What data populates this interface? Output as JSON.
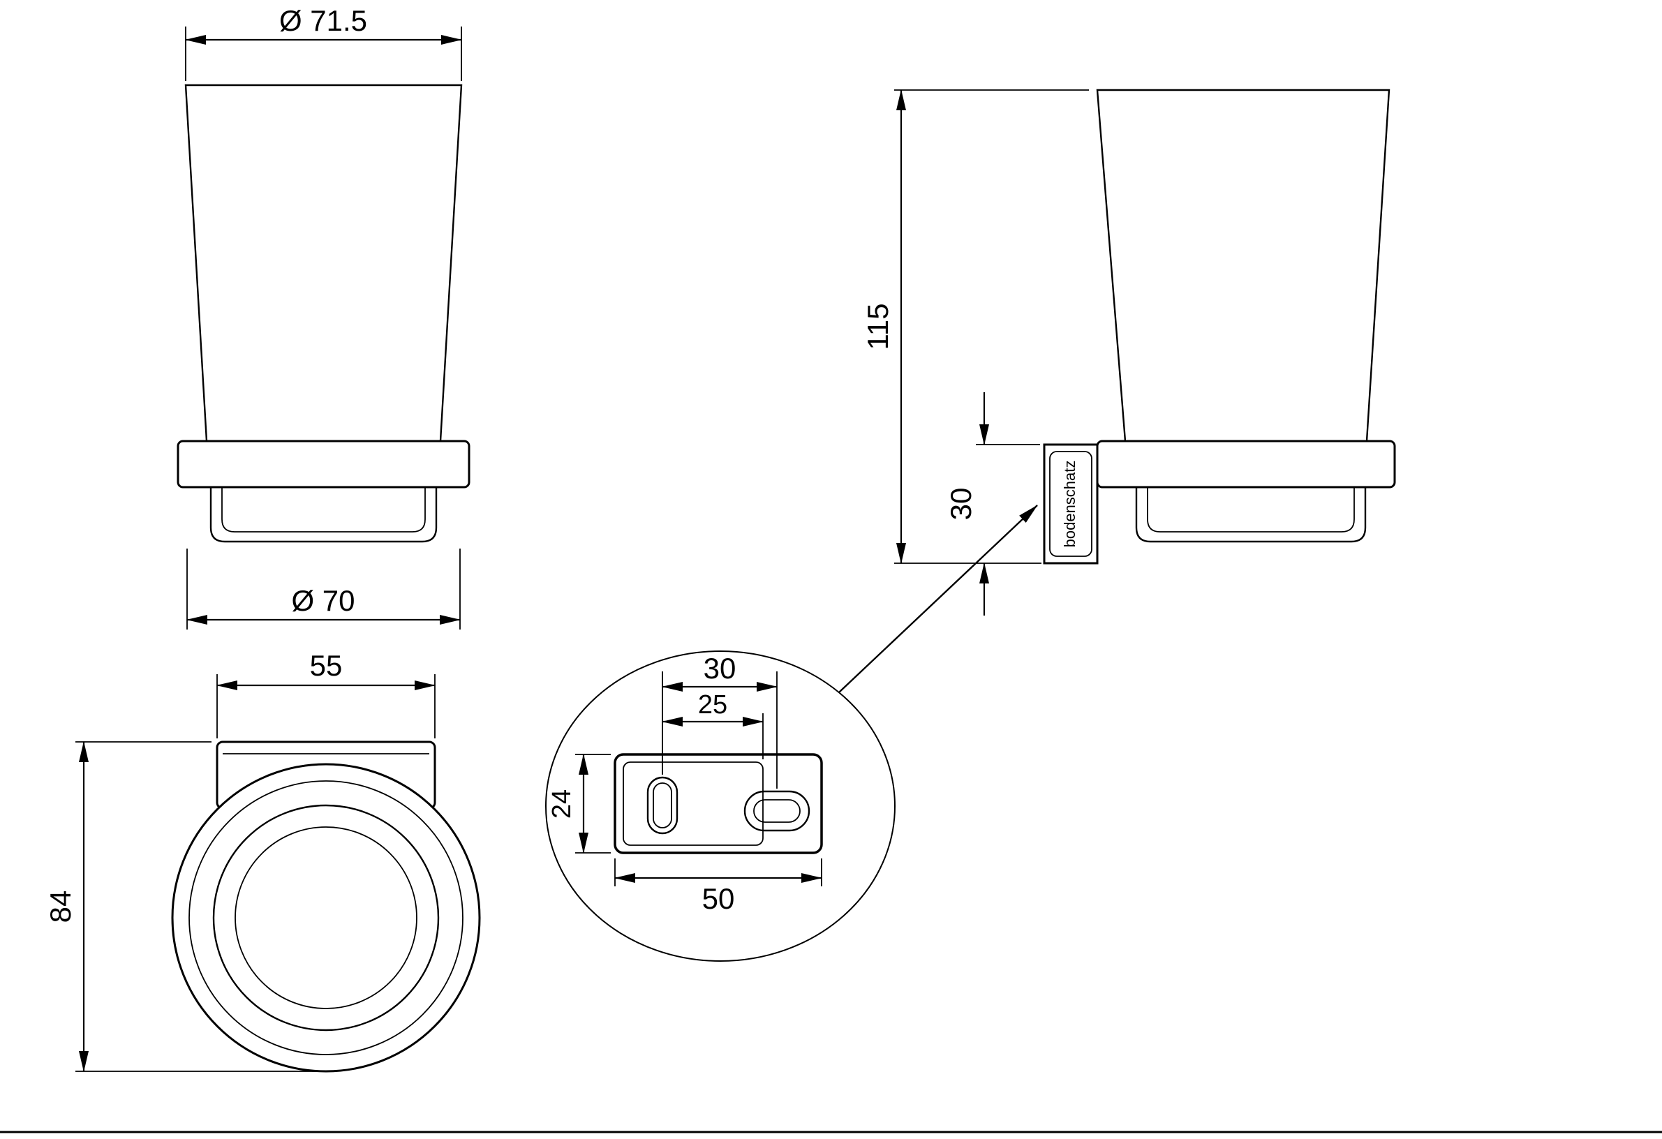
{
  "colors": {
    "line": "#000000",
    "background": "#ffffff"
  },
  "views": {
    "front": {
      "dim_top_diameter": "Ø 71.5",
      "dim_bottom_diameter": "Ø 70"
    },
    "side": {
      "dim_total_height": "115",
      "dim_bracket_height": "30",
      "brand_logo": "bodenschatz"
    },
    "top": {
      "dim_width": "55",
      "dim_depth": "84"
    },
    "detail": {
      "dim_hole_spacing": "30",
      "dim_slot_spacing": "25",
      "dim_plate_height": "24",
      "dim_plate_width": "50"
    }
  }
}
